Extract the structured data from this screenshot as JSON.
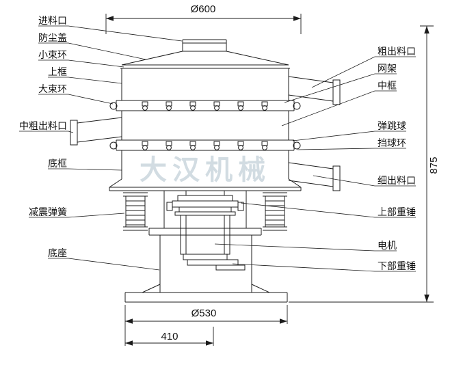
{
  "watermark": "大汉机械",
  "dimensions": {
    "top_diameter": "Ø600",
    "bottom_diameter": "Ø530",
    "base_width": "410",
    "total_height": "875"
  },
  "labels_left": [
    {
      "name": "feed-inlet",
      "text": "进料口"
    },
    {
      "name": "dust-cover",
      "text": "防尘盖"
    },
    {
      "name": "small-clamp-ring",
      "text": "小束环"
    },
    {
      "name": "upper-frame",
      "text": "上框"
    },
    {
      "name": "large-clamp-ring",
      "text": "大束环"
    },
    {
      "name": "medium-coarse-outlet",
      "text": "中粗出料口"
    },
    {
      "name": "bottom-frame",
      "text": "底框"
    },
    {
      "name": "damping-spring",
      "text": "减震弹簧"
    },
    {
      "name": "base",
      "text": "底座"
    }
  ],
  "labels_right": [
    {
      "name": "coarse-outlet",
      "text": "粗出料口"
    },
    {
      "name": "mesh-frame",
      "text": "网架"
    },
    {
      "name": "middle-frame",
      "text": "中框"
    },
    {
      "name": "bouncing-ball",
      "text": "弹跳球"
    },
    {
      "name": "ball-stop-ring",
      "text": "挡球环"
    },
    {
      "name": "fine-outlet",
      "text": "细出料口"
    },
    {
      "name": "upper-weight",
      "text": "上部重锤"
    },
    {
      "name": "motor",
      "text": "电机"
    },
    {
      "name": "lower-weight",
      "text": "下部重锤"
    }
  ],
  "colors": {
    "line": "#1b1b1b",
    "watermark": "#c8d4dc",
    "background": "#ffffff"
  }
}
